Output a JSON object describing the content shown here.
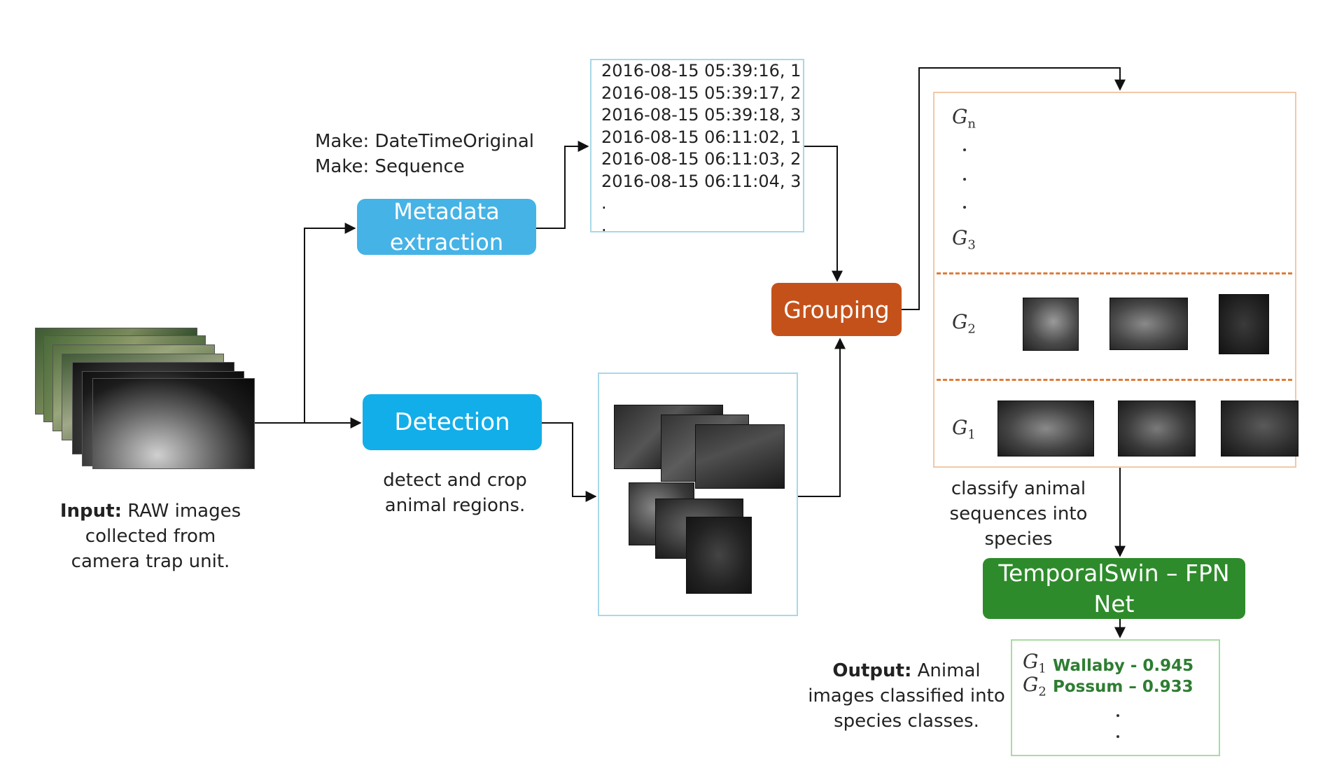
{
  "nodes": {
    "metadata": "Metadata extraction",
    "detection": "Detection",
    "grouping": "Grouping",
    "classifier": "TemporalSwin – FPN Net"
  },
  "metadata_fields": [
    "Make: DateTimeOriginal",
    "Make: Sequence"
  ],
  "sequence_records": [
    "2016-08-15 05:39:16, 1",
    "2016-08-15 05:39:17, 2",
    "2016-08-15 05:39:18, 3",
    "2016-08-15 06:11:02, 1",
    "2016-08-15 06:11:03, 2",
    "2016-08-15 06:11:04, 3"
  ],
  "captions": {
    "input_bold": "Input:",
    "input_rest": "RAW images collected from camera trap unit.",
    "detection": "detect and crop animal regions.",
    "classify": "classify animal sequences into species",
    "output_bold": "Output:",
    "output_rest": "Animal images classified into species classes."
  },
  "groups": {
    "gn": {
      "letter": "G",
      "sub": "n"
    },
    "g3": {
      "letter": "G",
      "sub": "3"
    },
    "g2": {
      "letter": "G",
      "sub": "2"
    },
    "g1": {
      "letter": "G",
      "sub": "1"
    }
  },
  "results": [
    {
      "group_letter": "G",
      "group_sub": "1",
      "label": "Wallaby - 0.945"
    },
    {
      "group_letter": "G",
      "group_sub": "2",
      "label": "Possum – 0.933"
    }
  ],
  "colors": {
    "metadata": "#45b3e6",
    "detection": "#12aee9",
    "grouping": "#c5511a",
    "classifier": "#2e8b2b",
    "result_text": "#2e7d32"
  }
}
